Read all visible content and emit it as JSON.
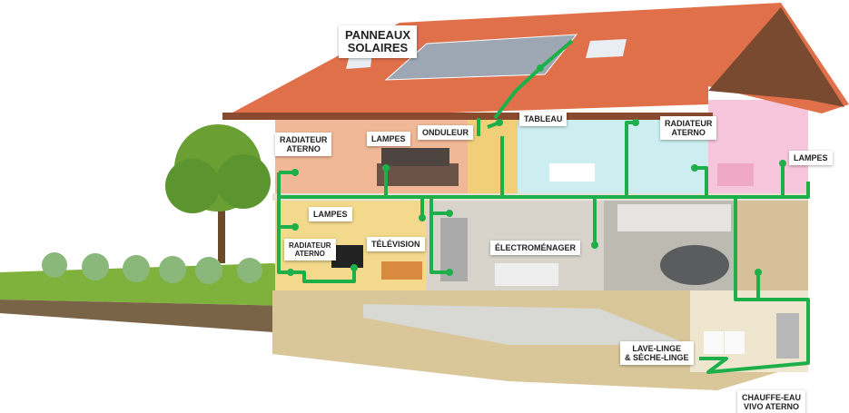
{
  "labels": {
    "solar": [
      "PANNEAUX",
      "SOLAIRES"
    ],
    "tableau": "TABLEAU",
    "onduleur": "ONDULEUR",
    "lampes_bedroom": "LAMPES",
    "radiator_bedroom": [
      "RADIATEUR",
      "ATERNO"
    ],
    "radiator_bathroom": [
      "RADIATEUR",
      "ATERNO"
    ],
    "lampes_kidsroom": "LAMPES",
    "lampes_living": "LAMPES",
    "radiator_living": [
      "RADIATEUR",
      "ATERNO"
    ],
    "television": "TÉLÉVISION",
    "appliances": "ÉLECTROMÉNAGER",
    "laundry": [
      "LAVE-LINGE",
      "& SÈCHE-LINGE"
    ],
    "water_heater": [
      "CHAUFFE-EAU",
      "VIVO ATERNO"
    ]
  },
  "colors": {
    "wire": "#1db04a",
    "roof": "#e0704a",
    "grass": "#7fb23c"
  }
}
